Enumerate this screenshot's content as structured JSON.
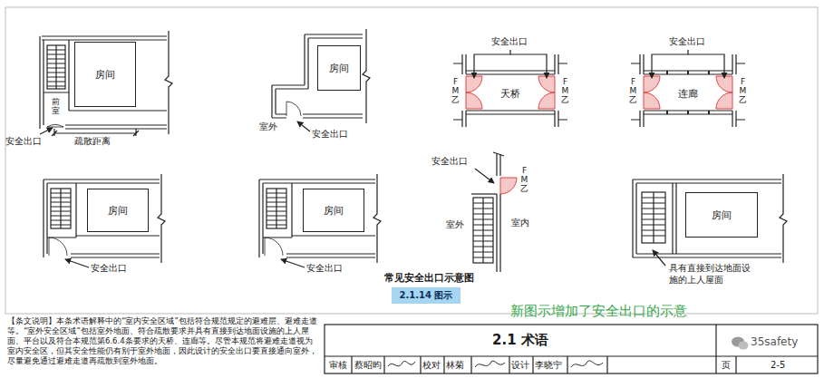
{
  "diagram": {
    "caption": "常见安全出口示意图",
    "nodes": [
      {
        "text": [
          "房间"
        ]
      },
      {
        "text": [
          "房间"
        ]
      },
      {
        "text": [
          "天桥"
        ]
      },
      {
        "text": [
          "连廊"
        ]
      },
      {
        "text": [
          "房间"
        ]
      },
      {
        "text": [
          "房间"
        ]
      },
      {
        "text": [
          "房间"
        ]
      },
      {
        "text": [
          "2.1.14 图示"
        ]
      },
      {
        "text": [
          "2.1 术语"
        ]
      }
    ],
    "labels": [
      "前室",
      "安全出口",
      "疏散距离",
      "室外",
      "安全出口",
      "安全出口",
      "FM乙",
      "FM乙",
      "安全出口",
      "FM乙",
      "FM乙",
      "安全出口",
      "安全出口",
      "安全出口",
      "FM乙",
      "室外",
      "室内",
      "具有直接到达地面设施的上人屋面",
      "新图示增加了安全出口的示意",
      "【条文说明】本条术语解释中的“室内安全区域”包括符合规范规定的避难层、避难走道等。“室外安全区域”包括室外地面、符合疏散要求并具有直接到达地面设施的上人屋面、平台以及符合本规范第6.6.4条要求的天桥、连廊等。尽管本规范将避难走道视为室内安全区，但其安全性能仍有别于室外地面，因此设计的安全出口要直接通向室外，尽量避免通过避难走道再疏散到室外地面。",
      "审核",
      "蔡昭昀",
      "校对",
      "林菊",
      "设计",
      "李晓宁",
      "页",
      "2-5",
      "35safety"
    ]
  }
}
